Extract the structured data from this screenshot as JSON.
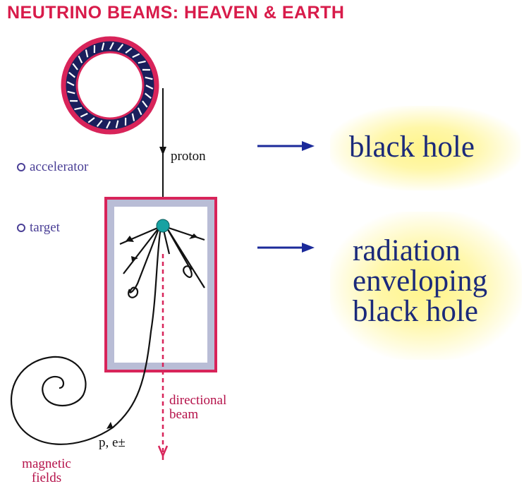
{
  "title": "NEUTRINO BEAMS:  HEAVEN & EARTH",
  "labels": {
    "proton": "proton",
    "p_e": "p, e±",
    "directional_beam": [
      "directional",
      "beam"
    ],
    "magnetic_fields": [
      "magnetic",
      "fields"
    ]
  },
  "legend": {
    "accelerator": "accelerator",
    "target": "target"
  },
  "analogies": {
    "accelerator_match": "black hole",
    "target_match": [
      "radiation",
      "enveloping",
      "black hole"
    ]
  },
  "colors": {
    "title": "#d81b4a",
    "arrow": "#1b2a9a",
    "ring": "#d8245a",
    "ring_fill": "#1a1f5c",
    "target_box": "#d8245a",
    "analogy_text": "#1b2a7a"
  }
}
